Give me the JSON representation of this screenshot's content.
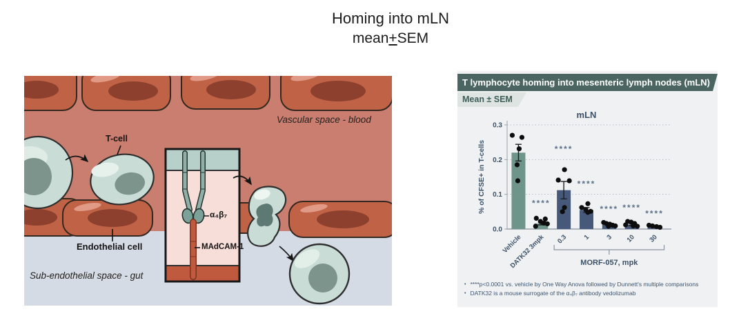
{
  "title": {
    "line1": "Homing into mLN",
    "line2_prefix": "mean",
    "line2_plusminus": "+",
    "line2_suffix": "SEM"
  },
  "diagram": {
    "labels": {
      "t_cell": "T-cell",
      "endothelial": "Endothelial cell",
      "vascular_space": "Vascular space - blood",
      "sub_endothelial_space": "Sub-endothelial space - gut",
      "integrin": "α₄β₇",
      "madcam": "MAdCAM-1"
    },
    "colors": {
      "blood_space": "#ca7e6f",
      "gut_space": "#d5dbe5",
      "endothelial_cell": "#c06246",
      "endothelial_nucleus": "#8c402d",
      "t_cell_body": "#c9dcd5",
      "t_cell_nucleus": "#7d948d",
      "inset_bg": "#f7ded8",
      "inset_membrane_top": "#b7d1ca",
      "inset_membrane_bottom": "#bf5a3f",
      "integrin_color": "#8fafa7",
      "madcam_color": "#c05a3f"
    }
  },
  "panel": {
    "header": "T lymphocyte homing into mesenteric lymph nodes (mLN)",
    "subheader": "Mean ± SEM",
    "colors": {
      "header_bg": "#4b6662",
      "subheader_bg": "#dde4e2",
      "panel_bg": "#eff1f2",
      "axis_text": "#3d5166",
      "stars": "#5c7089",
      "vehicle_bar": "#6f948a",
      "morf_bar": "#47597a"
    },
    "chart_data": {
      "type": "bar",
      "title": "mLN",
      "xlabel": "",
      "ylabel": "% of CFSE+ in T-cells",
      "ylim": [
        0,
        0.3
      ],
      "yticks": [
        0,
        0.1,
        0.2,
        0.3
      ],
      "grid": "horizontal-dotted",
      "legend": "none",
      "categories": [
        "Vehicle",
        "DATK32 3mpk",
        "0.3",
        "1",
        "3",
        "10",
        "30"
      ],
      "groups": [
        {
          "label": "Vehicle",
          "value": 0.22,
          "sem": 0.024,
          "color": "#6f948a",
          "sig": null,
          "sig_y": null,
          "points": [
            0.27,
            0.264,
            0.231,
            0.185,
            0.139
          ],
          "jitter": [
            -9,
            5,
            1,
            -2,
            -1
          ]
        },
        {
          "label": "DATK32 3mpk",
          "value": 0.016,
          "sem": 0.004,
          "color": "#6f948a",
          "sig": "****",
          "sig_y": 0.075,
          "points": [
            0.031,
            0.029,
            0.022,
            0.017,
            0.015,
            0.008
          ],
          "jitter": [
            -7,
            6,
            -1,
            4,
            9,
            -8
          ]
        },
        {
          "label": "0.3",
          "value": 0.112,
          "sem": 0.025,
          "color": "#47597a",
          "sig": "****",
          "sig_y": 0.23,
          "points": [
            0.171,
            0.141,
            0.139,
            0.062,
            0.05
          ],
          "jitter": [
            1,
            -8,
            8,
            1,
            -2
          ]
        },
        {
          "label": "1",
          "value": 0.055,
          "sem": 0.007,
          "color": "#47597a",
          "sig": "****",
          "sig_y": 0.13,
          "points": [
            0.073,
            0.062,
            0.056,
            0.051,
            0.048
          ],
          "jitter": [
            2,
            -7,
            -1,
            6,
            2
          ]
        },
        {
          "label": "3",
          "value": 0.012,
          "sem": 0.002,
          "color": "#47597a",
          "sig": "****",
          "sig_y": 0.058,
          "points": [
            0.019,
            0.016,
            0.014,
            0.011,
            0.009,
            0.008
          ],
          "jitter": [
            -8,
            -4,
            1,
            5,
            9,
            -1
          ]
        },
        {
          "label": "10",
          "value": 0.013,
          "sem": 0.003,
          "color": "#47597a",
          "sig": "****",
          "sig_y": 0.062,
          "points": [
            0.022,
            0.02,
            0.016,
            0.012,
            0.009,
            0.008
          ],
          "jitter": [
            -6,
            -1,
            4,
            -9,
            2,
            8
          ]
        },
        {
          "label": "30",
          "value": 0.006,
          "sem": 0.002,
          "color": "#47597a",
          "sig": "****",
          "sig_y": 0.045,
          "points": [
            0.011,
            0.009,
            0.007,
            0.005
          ],
          "jitter": [
            -8,
            -3,
            3,
            8
          ]
        }
      ],
      "group_annotation": {
        "label": "MORF-057, mpk",
        "from_index": 2,
        "to_index": 6
      }
    },
    "footnotes": [
      {
        "bullet": "•",
        "text": "****p<0.0001 vs. vehicle by One Way Anova followed by Dunnett's multiple comparisons"
      },
      {
        "bullet": "•",
        "text": "DATK32 is a mouse surrogate of the α₄β₇ antibody vedolizumab"
      }
    ]
  }
}
